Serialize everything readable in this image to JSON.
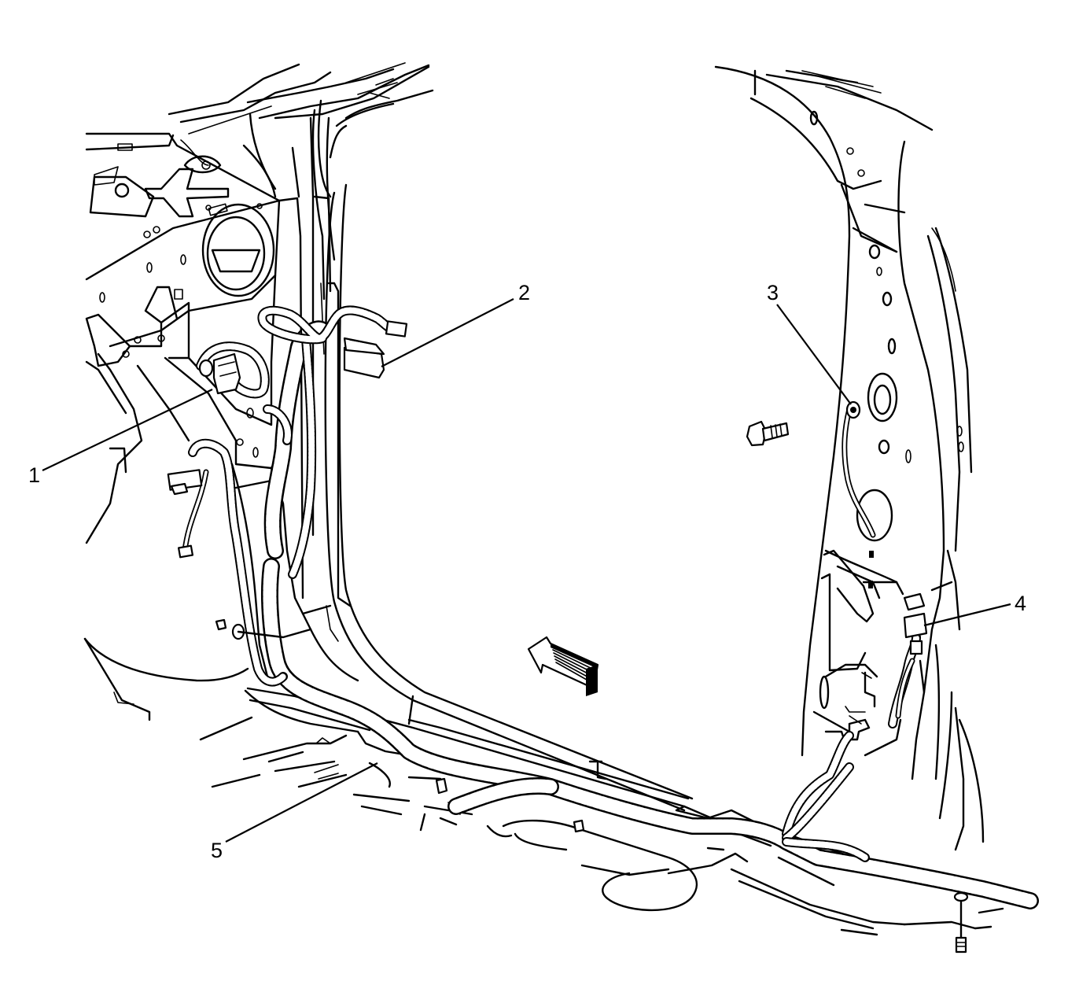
{
  "diagram": {
    "callouts": [
      {
        "id": "1",
        "label": "1"
      },
      {
        "id": "2",
        "label": "2"
      },
      {
        "id": "3",
        "label": "3"
      },
      {
        "id": "4",
        "label": "4"
      },
      {
        "id": "5",
        "label": "5"
      }
    ],
    "icons": [
      "front-direction-arrow-icon",
      "bolt-icon",
      "connector-icon",
      "wiring-harness-icon"
    ]
  }
}
